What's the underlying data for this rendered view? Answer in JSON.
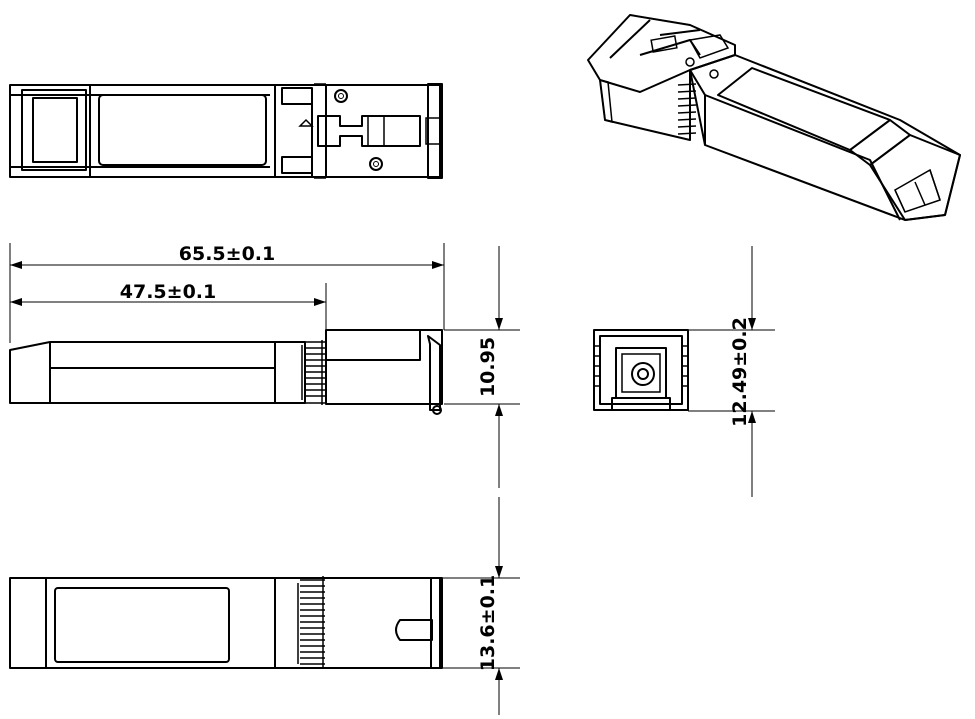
{
  "dimensions": {
    "overall_length": "65.5±0.1",
    "body_length": "47.5±0.1",
    "side_height": "10.95",
    "front_height": "12.49±0.2",
    "bottom_width": "13.6±0.1"
  }
}
